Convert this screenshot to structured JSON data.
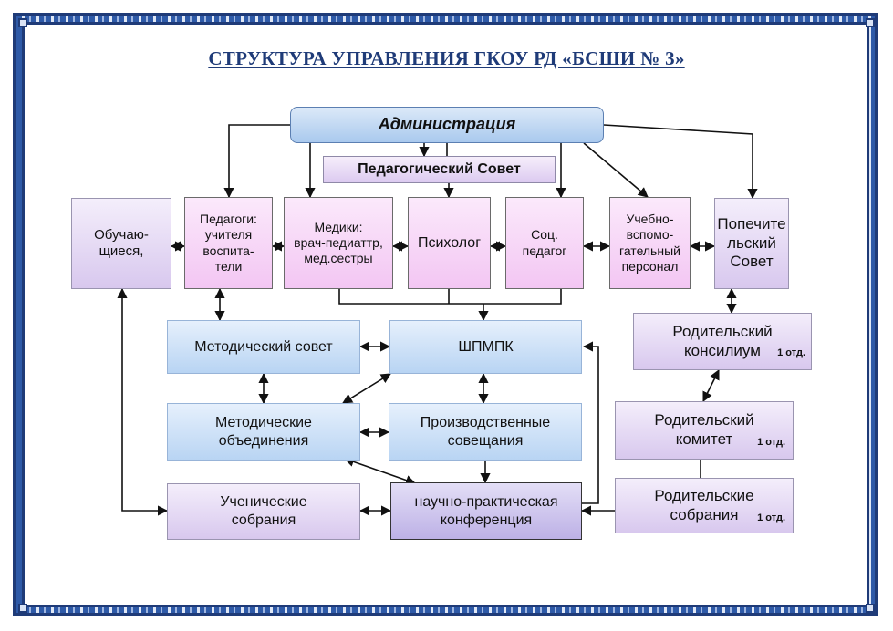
{
  "title": "СТРУКТУРА УПРАВЛЕНИЯ ГКОУ РД «БСШИ № 3»",
  "nodes": {
    "administration": "Администрация",
    "ped_council": "Педагогический Совет",
    "students": "Обучаю-\nщиеся,",
    "teachers": "Педагоги:\nучителя\nвоспита-\nтели",
    "medics": "Медики:\nврач-педиаттр,\nмед.сестры",
    "psychologist": "Психолог",
    "soc_pedagogue": "Соц.\nпедагог",
    "support_staff": "Учебно-\nвспомо-\nгательный\nперсонал",
    "trustees": "Попечите\nльский\nСовет",
    "method_council": "Методический совет",
    "shpmpk": "ШПМПК",
    "method_associations": "Методические\nобъединения",
    "production_meetings": "Производственные\nсовещания",
    "student_meetings": "Ученические\nсобрания",
    "conference": "научно-практическая\nконференция",
    "parent_consilium": "Родительский\nконсилиум",
    "parent_consilium_note": "1 отд.",
    "parent_committee": "Родительский\nкомитет",
    "parent_committee_note": "1 отд.",
    "parent_meetings": "Родительские\nсобрания",
    "parent_meetings_note": "1 отд."
  },
  "colors": {
    "frame": "#1f3b78",
    "pink_box": "#f3c6f3",
    "lavender_box": "#d8c8ee",
    "blue_box": "#b8d4f3",
    "arrow": "#111111"
  }
}
